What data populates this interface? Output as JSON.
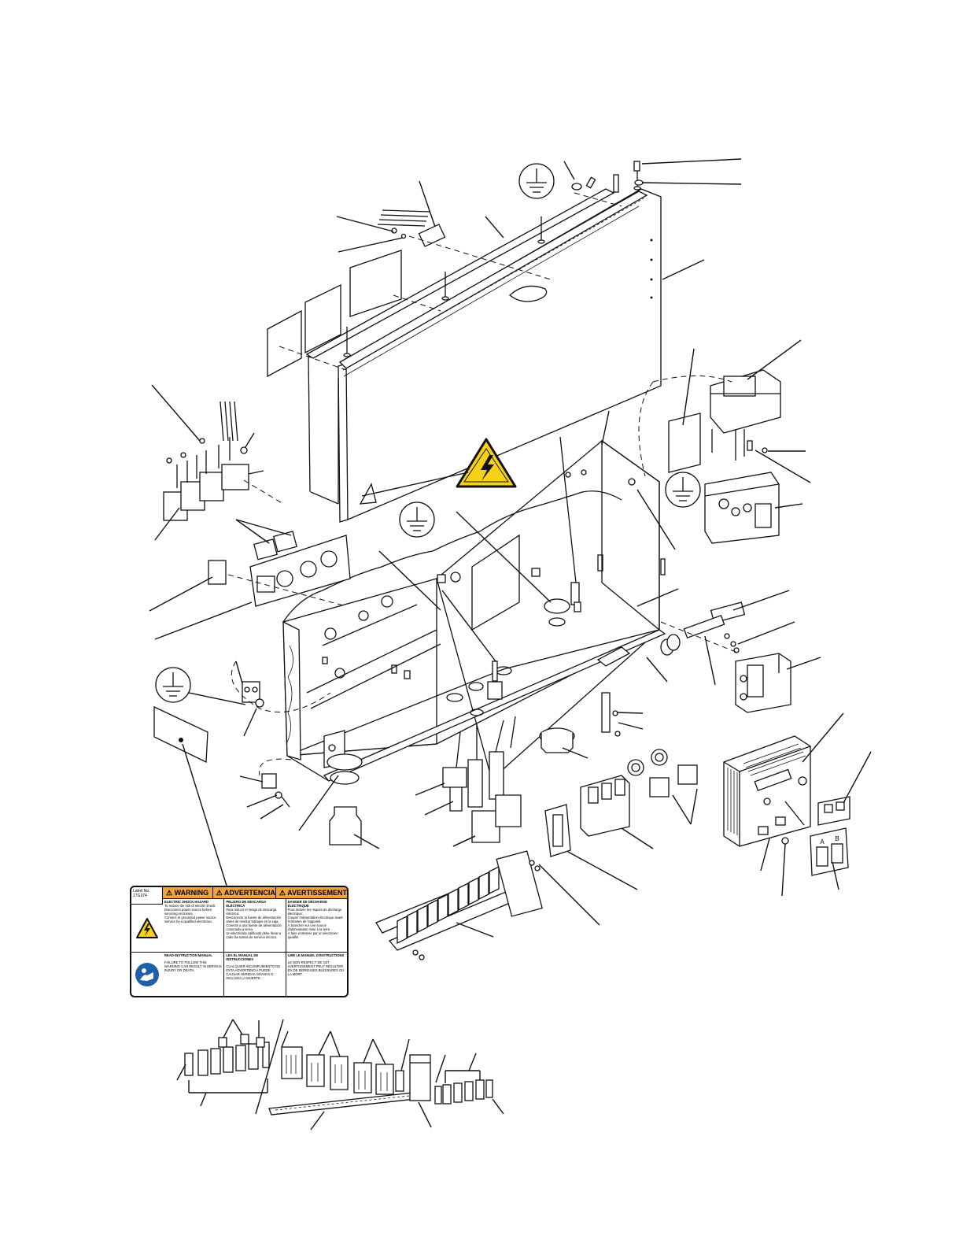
{
  "label": {
    "number_label": "Label No.",
    "number": "17G374",
    "col1": {
      "header": "WARNING",
      "hazard_title": "ELECTRIC SHOCK HAZARD",
      "hazard_text": "To reduce the risk of electric shock:",
      "bullets": [
        "Disconnect power source before servicing enclosure.",
        "Connect to grounded power source.",
        "Service by a qualified electrician."
      ],
      "read_title": "READ INSTRUCTION MANUAL",
      "read_text": "FAILURE TO FOLLOW THIS WARNING CAN RESULT IN SERIOUS INJURY OR DEATH."
    },
    "col2": {
      "header": "ADVERTENCIA",
      "hazard_title": "PELIGRO DE DESCARGA ELÉCTRICA",
      "hazard_text": "Para reducir el riesgo de descarga eléctrica:",
      "bullets": [
        "Desconecte la fuente de alimentación antes de realizar trabajos en la caja.",
        "Conecte a una fuente de alimentación conectada a tierra.",
        "Un electricista calificado debe llevar a cabo las tareas de servicio técnico."
      ],
      "read_title": "LEA EL MANUAL DE INSTRUCCIONES",
      "read_text": "CUALQUIER INCUMPLIMIENTO DE ESTA ADVERTENCIA PUEDE CAUSAR HERIDAS GRAVES O INCLUSO LA MUERTE."
    },
    "col3": {
      "header": "AVERTISSEMENT",
      "hazard_title": "DANGER DE DÉCHARGE ÉLECTRIQUE",
      "hazard_text": "Pour réduire les risques de décharge électrique:",
      "bullets": [
        "Couper l'alimentation électrique avant l'entretien de l'appareil.",
        "À brancher sur une source d'alimentation mise à la terre.",
        "À faire entretenir par un électricien qualifié."
      ],
      "read_title": "LIRE LE MANUEL D'INSTRUCTIONS",
      "read_text": "LE NON-RESPECT DE CET AVERTISSEMENT PEUT RÉSULTER EN DE SÉRIEUSES BLESSURES OU LA MORT."
    }
  },
  "legend_plate": {
    "a": "A",
    "b": "B"
  },
  "colors": {
    "label_header": "#f2a23a",
    "hazard_yellow": "#f7d117",
    "line": "#111111",
    "instruction_blue": "#1f5fa8"
  },
  "icons": [
    "ground-symbol-icon",
    "electric-shock-hazard-icon",
    "read-manual-icon"
  ]
}
